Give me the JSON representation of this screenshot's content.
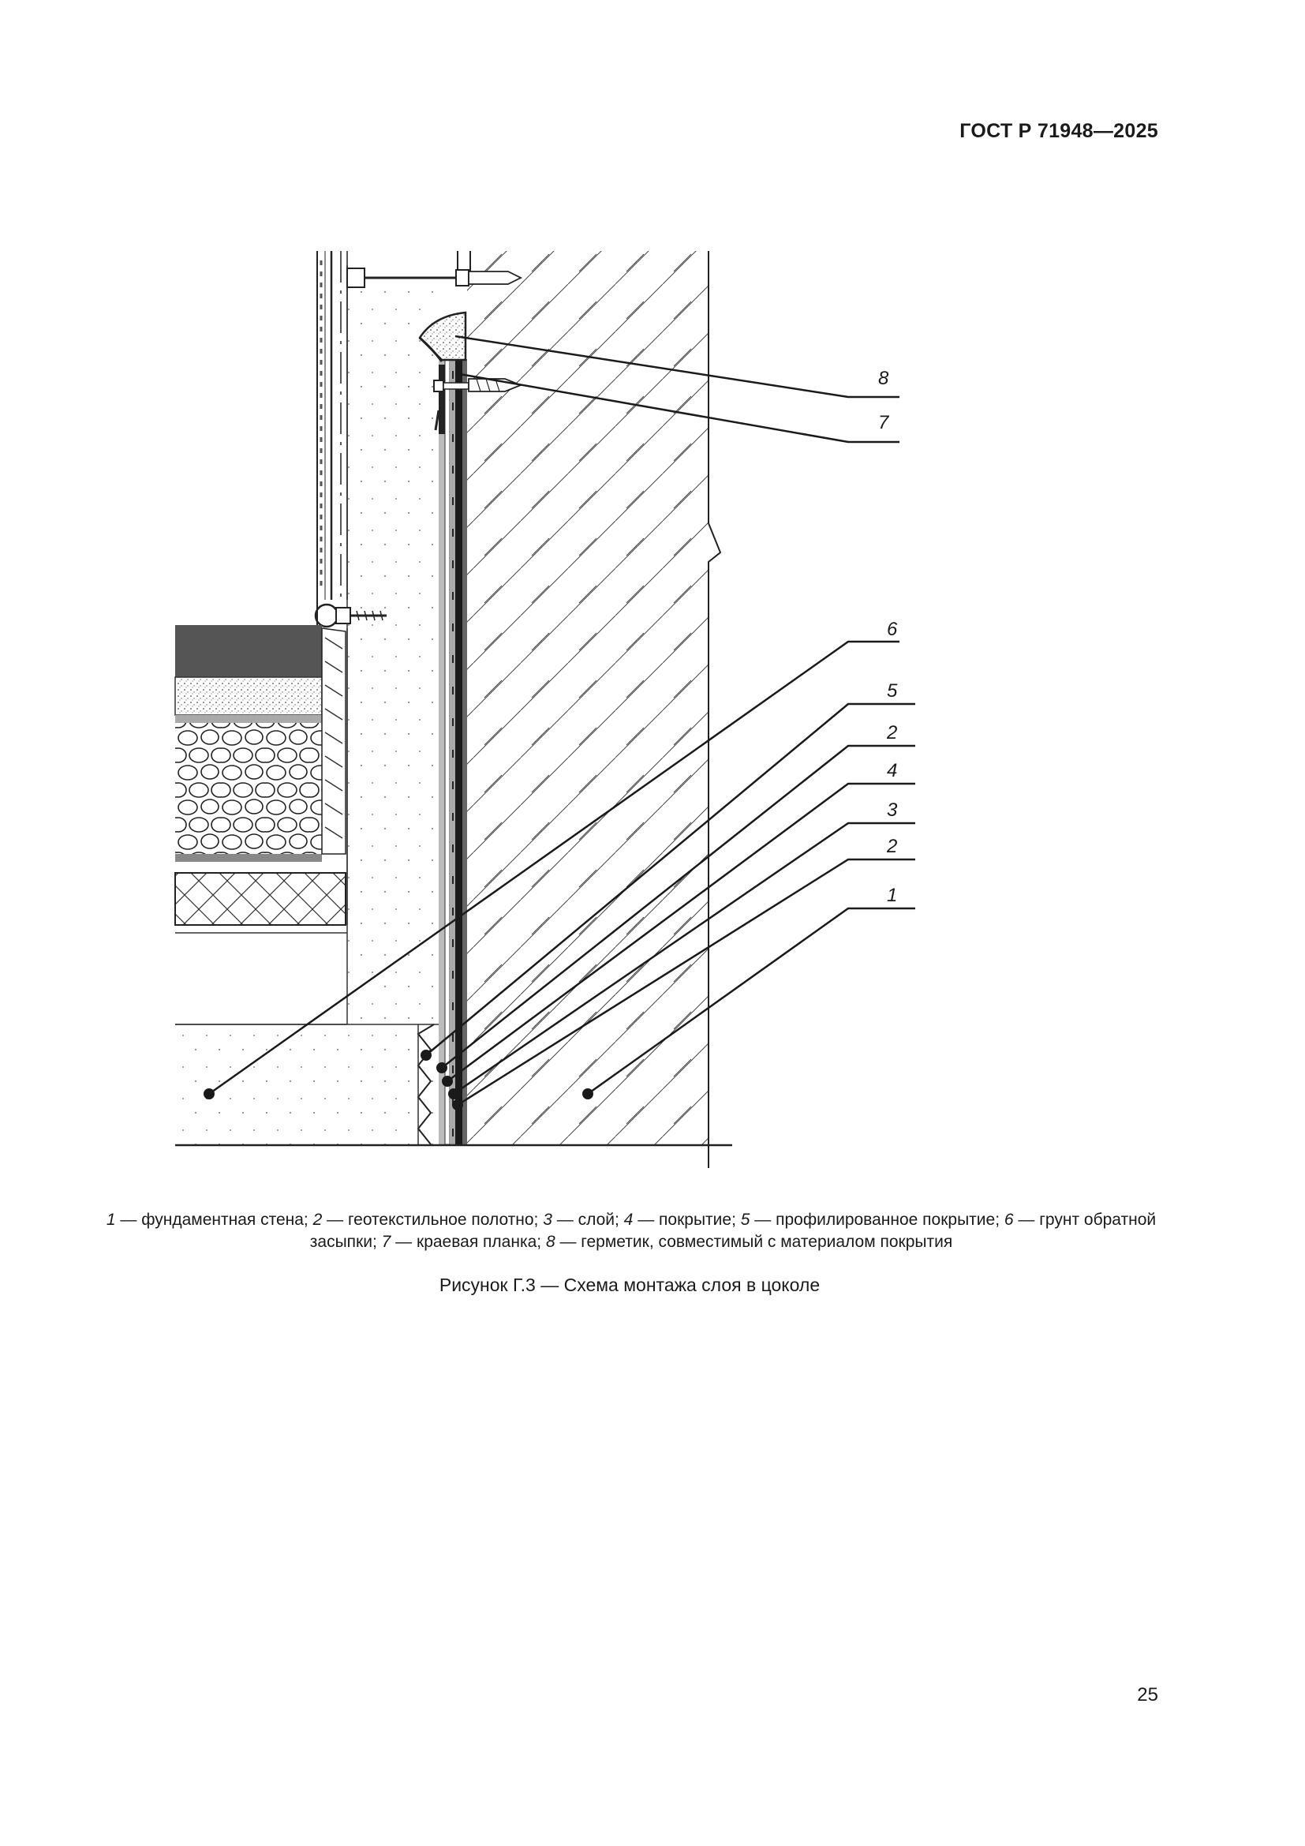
{
  "header": {
    "doc_code": "ГОСТ Р 71948—2025"
  },
  "figure": {
    "callouts": [
      "8",
      "7",
      "6",
      "5",
      "2",
      "4",
      "3",
      "2",
      "1"
    ]
  },
  "legend": {
    "items": [
      {
        "num": "1",
        "text": " — фундаментная стена; "
      },
      {
        "num": "2",
        "text": " — геотекстильное полотно; "
      },
      {
        "num": "3",
        "text": " — слой; "
      },
      {
        "num": "4",
        "text": " — покрытие; "
      },
      {
        "num": "5",
        "text": " — профилированное покрытие; "
      },
      {
        "num": "6",
        "text": " — грунт обратной засыпки; "
      },
      {
        "num": "7",
        "text": " — краевая планка; "
      },
      {
        "num": "8",
        "text": " — герметик, совместимый с материалом покрытия"
      }
    ]
  },
  "caption": "Рисунок Г.3 — Схема монтажа слоя в цоколе",
  "page_number": "25"
}
